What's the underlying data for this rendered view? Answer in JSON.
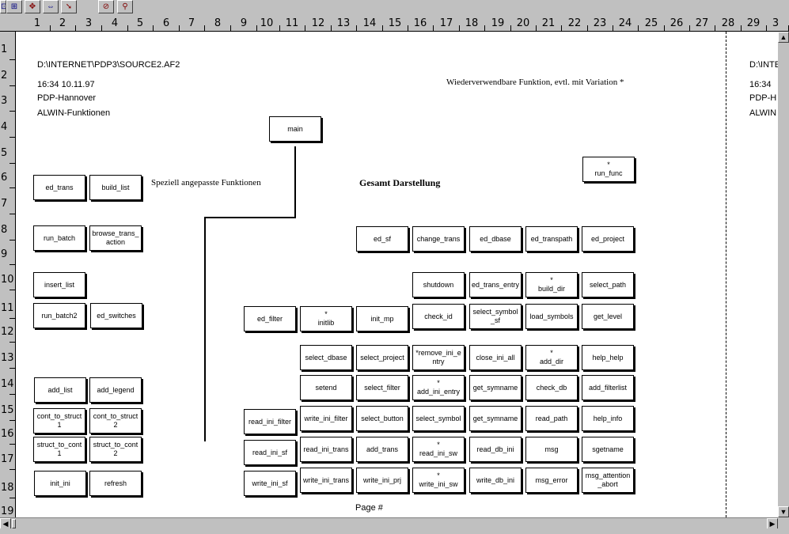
{
  "toolbar": {
    "buttons": [
      "⊡",
      "⊞",
      "✥",
      "⇔",
      "➘",
      "⊘",
      "⚲"
    ]
  },
  "ruler": {
    "columns": [
      "1",
      "2",
      "3",
      "4",
      "5",
      "6",
      "7",
      "8",
      "9",
      "10",
      "11",
      "12",
      "13",
      "14",
      "15",
      "16",
      "17",
      "18",
      "19",
      "20",
      "21",
      "22",
      "23",
      "24",
      "25",
      "26",
      "27",
      "28",
      "29",
      "3"
    ],
    "rows": [
      "1",
      "2",
      "3",
      "4",
      "5",
      "6",
      "7",
      "8",
      "9",
      "10",
      "11",
      "12",
      "13",
      "14",
      "15",
      "16",
      "17",
      "18",
      "19"
    ]
  },
  "header": {
    "path": "D:\\INTERNET\\PDP3\\SOURCE2.AF2",
    "datetime": "16:34   10.11.97",
    "company": "PDP-Hannover",
    "project": "ALWIN-Funktionen",
    "legend": "Wiederverwendbare Funktion, evtl. mit Variation *",
    "section_left": "Speziell angepasste Funktionen",
    "section_main": "Gesamt Darstellung",
    "footer": "Page #"
  },
  "next_page": {
    "path": "D:\\INTE",
    "time": "16:34",
    "company": "PDP-H",
    "project": "ALWIN"
  },
  "boxes": [
    {
      "id": "main",
      "lines": [
        "main"
      ]
    },
    {
      "id": "run_func",
      "lines": [
        "*",
        "run_func"
      ]
    },
    {
      "id": "ed_trans",
      "lines": [
        "ed_trans"
      ]
    },
    {
      "id": "build_list",
      "lines": [
        "build_list"
      ]
    },
    {
      "id": "run_batch",
      "lines": [
        "run_batch"
      ]
    },
    {
      "id": "browse_trans_action",
      "lines": [
        "browse_trans_",
        "action"
      ]
    },
    {
      "id": "insert_list",
      "lines": [
        "insert_list"
      ]
    },
    {
      "id": "run_batch2",
      "lines": [
        "run_batch2"
      ]
    },
    {
      "id": "ed_switches",
      "lines": [
        "ed_switches"
      ]
    },
    {
      "id": "add_list",
      "lines": [
        "add_list"
      ]
    },
    {
      "id": "add_legend",
      "lines": [
        "add_legend"
      ]
    },
    {
      "id": "cont_to_struct1",
      "lines": [
        "cont_to_struct",
        "1"
      ]
    },
    {
      "id": "cont_to_struct2",
      "lines": [
        "cont_to_struct",
        "2"
      ]
    },
    {
      "id": "struct_to_cont1",
      "lines": [
        "struct_to_cont",
        "1"
      ]
    },
    {
      "id": "struct_to_cont2",
      "lines": [
        "struct_to_cont",
        "2"
      ]
    },
    {
      "id": "init_ini",
      "lines": [
        "init_ini"
      ]
    },
    {
      "id": "refresh",
      "lines": [
        "refresh"
      ]
    },
    {
      "id": "ed_sf",
      "lines": [
        "ed_sf"
      ]
    },
    {
      "id": "change_trans",
      "lines": [
        "change_trans"
      ]
    },
    {
      "id": "ed_dbase",
      "lines": [
        "ed_dbase"
      ]
    },
    {
      "id": "ed_transpath",
      "lines": [
        "ed_transpath"
      ]
    },
    {
      "id": "ed_project",
      "lines": [
        "ed_project"
      ]
    },
    {
      "id": "shutdown",
      "lines": [
        "shutdown"
      ]
    },
    {
      "id": "ed_trans_entry",
      "lines": [
        "ed_trans_entry"
      ]
    },
    {
      "id": "build_dir",
      "lines": [
        "*",
        "build_dir"
      ]
    },
    {
      "id": "select_path",
      "lines": [
        "select_path"
      ]
    },
    {
      "id": "ed_filter",
      "lines": [
        "ed_filter"
      ]
    },
    {
      "id": "initlib",
      "lines": [
        "*",
        "initlib"
      ]
    },
    {
      "id": "init_mp",
      "lines": [
        "init_mp"
      ]
    },
    {
      "id": "check_id",
      "lines": [
        "check_id"
      ]
    },
    {
      "id": "select_symbol_sf",
      "lines": [
        "select_symbol",
        "_sf"
      ]
    },
    {
      "id": "load_symbols",
      "lines": [
        "load_symbols"
      ]
    },
    {
      "id": "get_level",
      "lines": [
        "get_level"
      ]
    },
    {
      "id": "select_dbase",
      "lines": [
        "select_dbase"
      ]
    },
    {
      "id": "select_project",
      "lines": [
        "select_project"
      ]
    },
    {
      "id": "remove_ini_entry",
      "lines": [
        "*remove_ini_e",
        "ntry"
      ]
    },
    {
      "id": "close_ini_all",
      "lines": [
        "close_ini_all"
      ]
    },
    {
      "id": "add_dir",
      "lines": [
        "*",
        "add_dir"
      ]
    },
    {
      "id": "help_help",
      "lines": [
        "help_help"
      ]
    },
    {
      "id": "setend",
      "lines": [
        "setend"
      ]
    },
    {
      "id": "select_filter",
      "lines": [
        "select_filter"
      ]
    },
    {
      "id": "add_ini_entry",
      "lines": [
        "*",
        "add_ini_entry"
      ]
    },
    {
      "id": "get_symname1",
      "lines": [
        "get_symname"
      ]
    },
    {
      "id": "check_db",
      "lines": [
        "check_db"
      ]
    },
    {
      "id": "add_filterlist",
      "lines": [
        "add_filterlist"
      ]
    },
    {
      "id": "read_ini_filter",
      "lines": [
        "read_ini_filter"
      ]
    },
    {
      "id": "write_ini_filter",
      "lines": [
        "write_ini_filter"
      ]
    },
    {
      "id": "select_button",
      "lines": [
        "select_button"
      ]
    },
    {
      "id": "select_symbol",
      "lines": [
        "select_symbol"
      ]
    },
    {
      "id": "get_symname2",
      "lines": [
        "get_symname"
      ]
    },
    {
      "id": "read_path",
      "lines": [
        "read_path"
      ]
    },
    {
      "id": "help_info",
      "lines": [
        "help_info"
      ]
    },
    {
      "id": "read_ini_sf",
      "lines": [
        "read_ini_sf"
      ]
    },
    {
      "id": "read_ini_trans",
      "lines": [
        "read_ini_trans"
      ]
    },
    {
      "id": "add_trans",
      "lines": [
        "add_trans"
      ]
    },
    {
      "id": "read_ini_sw",
      "lines": [
        "*",
        "read_ini_sw"
      ]
    },
    {
      "id": "read_db_ini",
      "lines": [
        "read_db_ini"
      ]
    },
    {
      "id": "msg",
      "lines": [
        "msg"
      ]
    },
    {
      "id": "sgetname",
      "lines": [
        "sgetname"
      ]
    },
    {
      "id": "write_ini_sf",
      "lines": [
        "write_ini_sf"
      ]
    },
    {
      "id": "write_ini_trans",
      "lines": [
        "write_ini_trans"
      ]
    },
    {
      "id": "write_ini_prj",
      "lines": [
        "write_ini_prj"
      ]
    },
    {
      "id": "write_ini_sw",
      "lines": [
        "*",
        "write_ini_sw"
      ]
    },
    {
      "id": "write_db_ini",
      "lines": [
        "write_db_ini"
      ]
    },
    {
      "id": "msg_error",
      "lines": [
        "msg_error"
      ]
    },
    {
      "id": "msg_attention_abort",
      "lines": [
        "msg_attention",
        "_abort"
      ]
    }
  ]
}
